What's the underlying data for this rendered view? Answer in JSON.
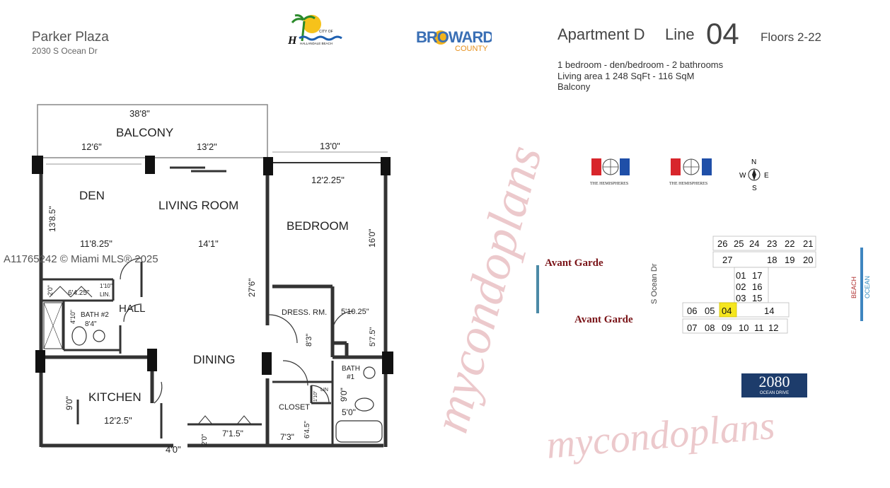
{
  "building": {
    "name": "Parker Plaza",
    "address": "2030 S Ocean Dr"
  },
  "logos": {
    "hallandale": {
      "line1": "CITY OF",
      "line2": "HALLANDALE BEACH",
      "initial": "H"
    },
    "broward": {
      "word": "BROWARD",
      "sub": "COUNTY"
    },
    "hemispheres": "THE HEMISPHERES",
    "ocean_drive": {
      "number": "2080",
      "sub": "OCEAN DRIVE"
    }
  },
  "unit": {
    "apartment": "Apartment D",
    "line_label": "Line",
    "line_number": "04",
    "floors": "Floors 2-22",
    "details": [
      "1 bedroom - den/bedroom - 2 bathrooms",
      "Living area  1 248 SqFt - 116 SqM",
      "Balcony"
    ]
  },
  "floorplan": {
    "rooms": {
      "balcony": "BALCONY",
      "den": "DEN",
      "living": "LIVING ROOM",
      "bedroom": "BEDROOM",
      "hall": "HALL",
      "bath2": "BATH #2",
      "dress": "DRESS. RM.",
      "dining": "DINING",
      "kitchen": "KITCHEN",
      "closet": "CLOSET",
      "bath1a": "BATH",
      "bath1b": "#1",
      "lin1": "LIN.",
      "lin2": "LIN"
    },
    "dims": {
      "balcony_w": "38'8\"",
      "bal_left": "12'6\"",
      "bal_right": "13'2\"",
      "bed_w": "13'0\"",
      "bed_w2": "12'2.25\"",
      "den_h": "13'8.5\"",
      "den_w": "11'8.25\"",
      "living_w": "14'1\"",
      "bed_h": "16'0\"",
      "living_h": "27'6\"",
      "hall_w": "6'4.25\"",
      "hall_h": "2'0\"",
      "lin1": "1'10\"",
      "bath2_h": "4'10\"",
      "bath2_w": "8'4\"",
      "dress_h": "8'3\"",
      "dress_w": "5'10.25\"",
      "dress_h2": "5'7.5\"",
      "kitchen_h": "9'0\"",
      "kitchen_w": "12'2.5\"",
      "entry_w": "4'0\"",
      "entry_h": "2'0\"",
      "foyer_w": "7'1.5\"",
      "lin2": "1'10\"",
      "closet_h": "6'4.5\"",
      "closet_w": "7'3\"",
      "bath1_h": "9'0\"",
      "bath1_w": "5'0\""
    }
  },
  "compass": {
    "n": "N",
    "s": "S",
    "e": "E",
    "w": "W"
  },
  "site_map": {
    "neighbor": "Avant Garde",
    "street": "S Ocean Dr",
    "beach": "BEACH",
    "ocean": "OCEAN",
    "units": [
      "26",
      "25",
      "24",
      "23",
      "22",
      "21",
      "27",
      "18",
      "19",
      "20",
      "01",
      "17",
      "02",
      "16",
      "03",
      "15",
      "06",
      "05",
      "04",
      "14",
      "07",
      "08",
      "09",
      "10",
      "11",
      "12"
    ],
    "highlight_color": "#f5e61e"
  },
  "watermarks": {
    "mls": "A11765242 © Miami MLS® 2025",
    "brand": "mycondoplans"
  }
}
